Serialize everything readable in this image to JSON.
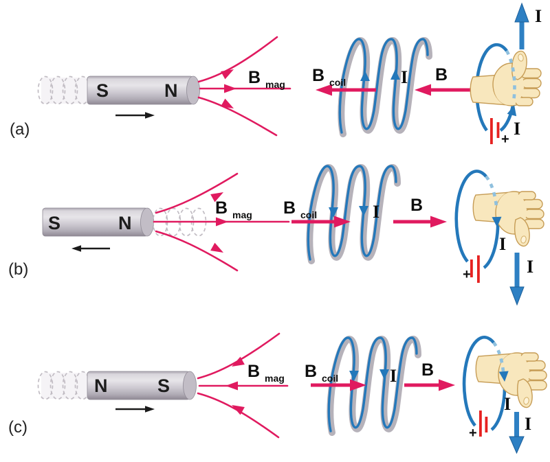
{
  "figure": {
    "background": "#ffffff",
    "colors": {
      "field_pink": "#e01a5f",
      "current_blue": "#2478ba",
      "hidden_wire_blue": "#8fc0de",
      "battery_red": "#e62221",
      "coil_gray": "#b6b2ba",
      "hand_skin": "#f8e7bd",
      "text": "#111111"
    },
    "panels": [
      {
        "label": "(a)",
        "magnet": {
          "left_pole": "S",
          "right_pole": "N",
          "motion": "right"
        },
        "b_mag": {
          "base": "B",
          "sub": "mag"
        },
        "b_coil": {
          "base": "B",
          "sub": "coil"
        },
        "coil_current": "I",
        "b_field": "B",
        "loop_current": "I",
        "lead_current": "I",
        "battery_plus": "+",
        "hand": "thumb-up"
      },
      {
        "label": "(b)",
        "magnet": {
          "left_pole": "S",
          "right_pole": "N",
          "motion": "left"
        },
        "b_mag": {
          "base": "B",
          "sub": "mag"
        },
        "b_coil": {
          "base": "B",
          "sub": "coil"
        },
        "coil_current": "I",
        "b_field": "B",
        "loop_current": "I",
        "lead_current": "I",
        "battery_plus": "+",
        "hand": "thumb-down"
      },
      {
        "label": "(c)",
        "magnet": {
          "left_pole": "N",
          "right_pole": "S",
          "motion": "right"
        },
        "b_mag": {
          "base": "B",
          "sub": "mag"
        },
        "b_coil": {
          "base": "B",
          "sub": "coil"
        },
        "coil_current": "I",
        "b_field": "B",
        "loop_current": "I",
        "lead_current": "I",
        "battery_plus": "+",
        "hand": "thumb-down"
      }
    ]
  }
}
